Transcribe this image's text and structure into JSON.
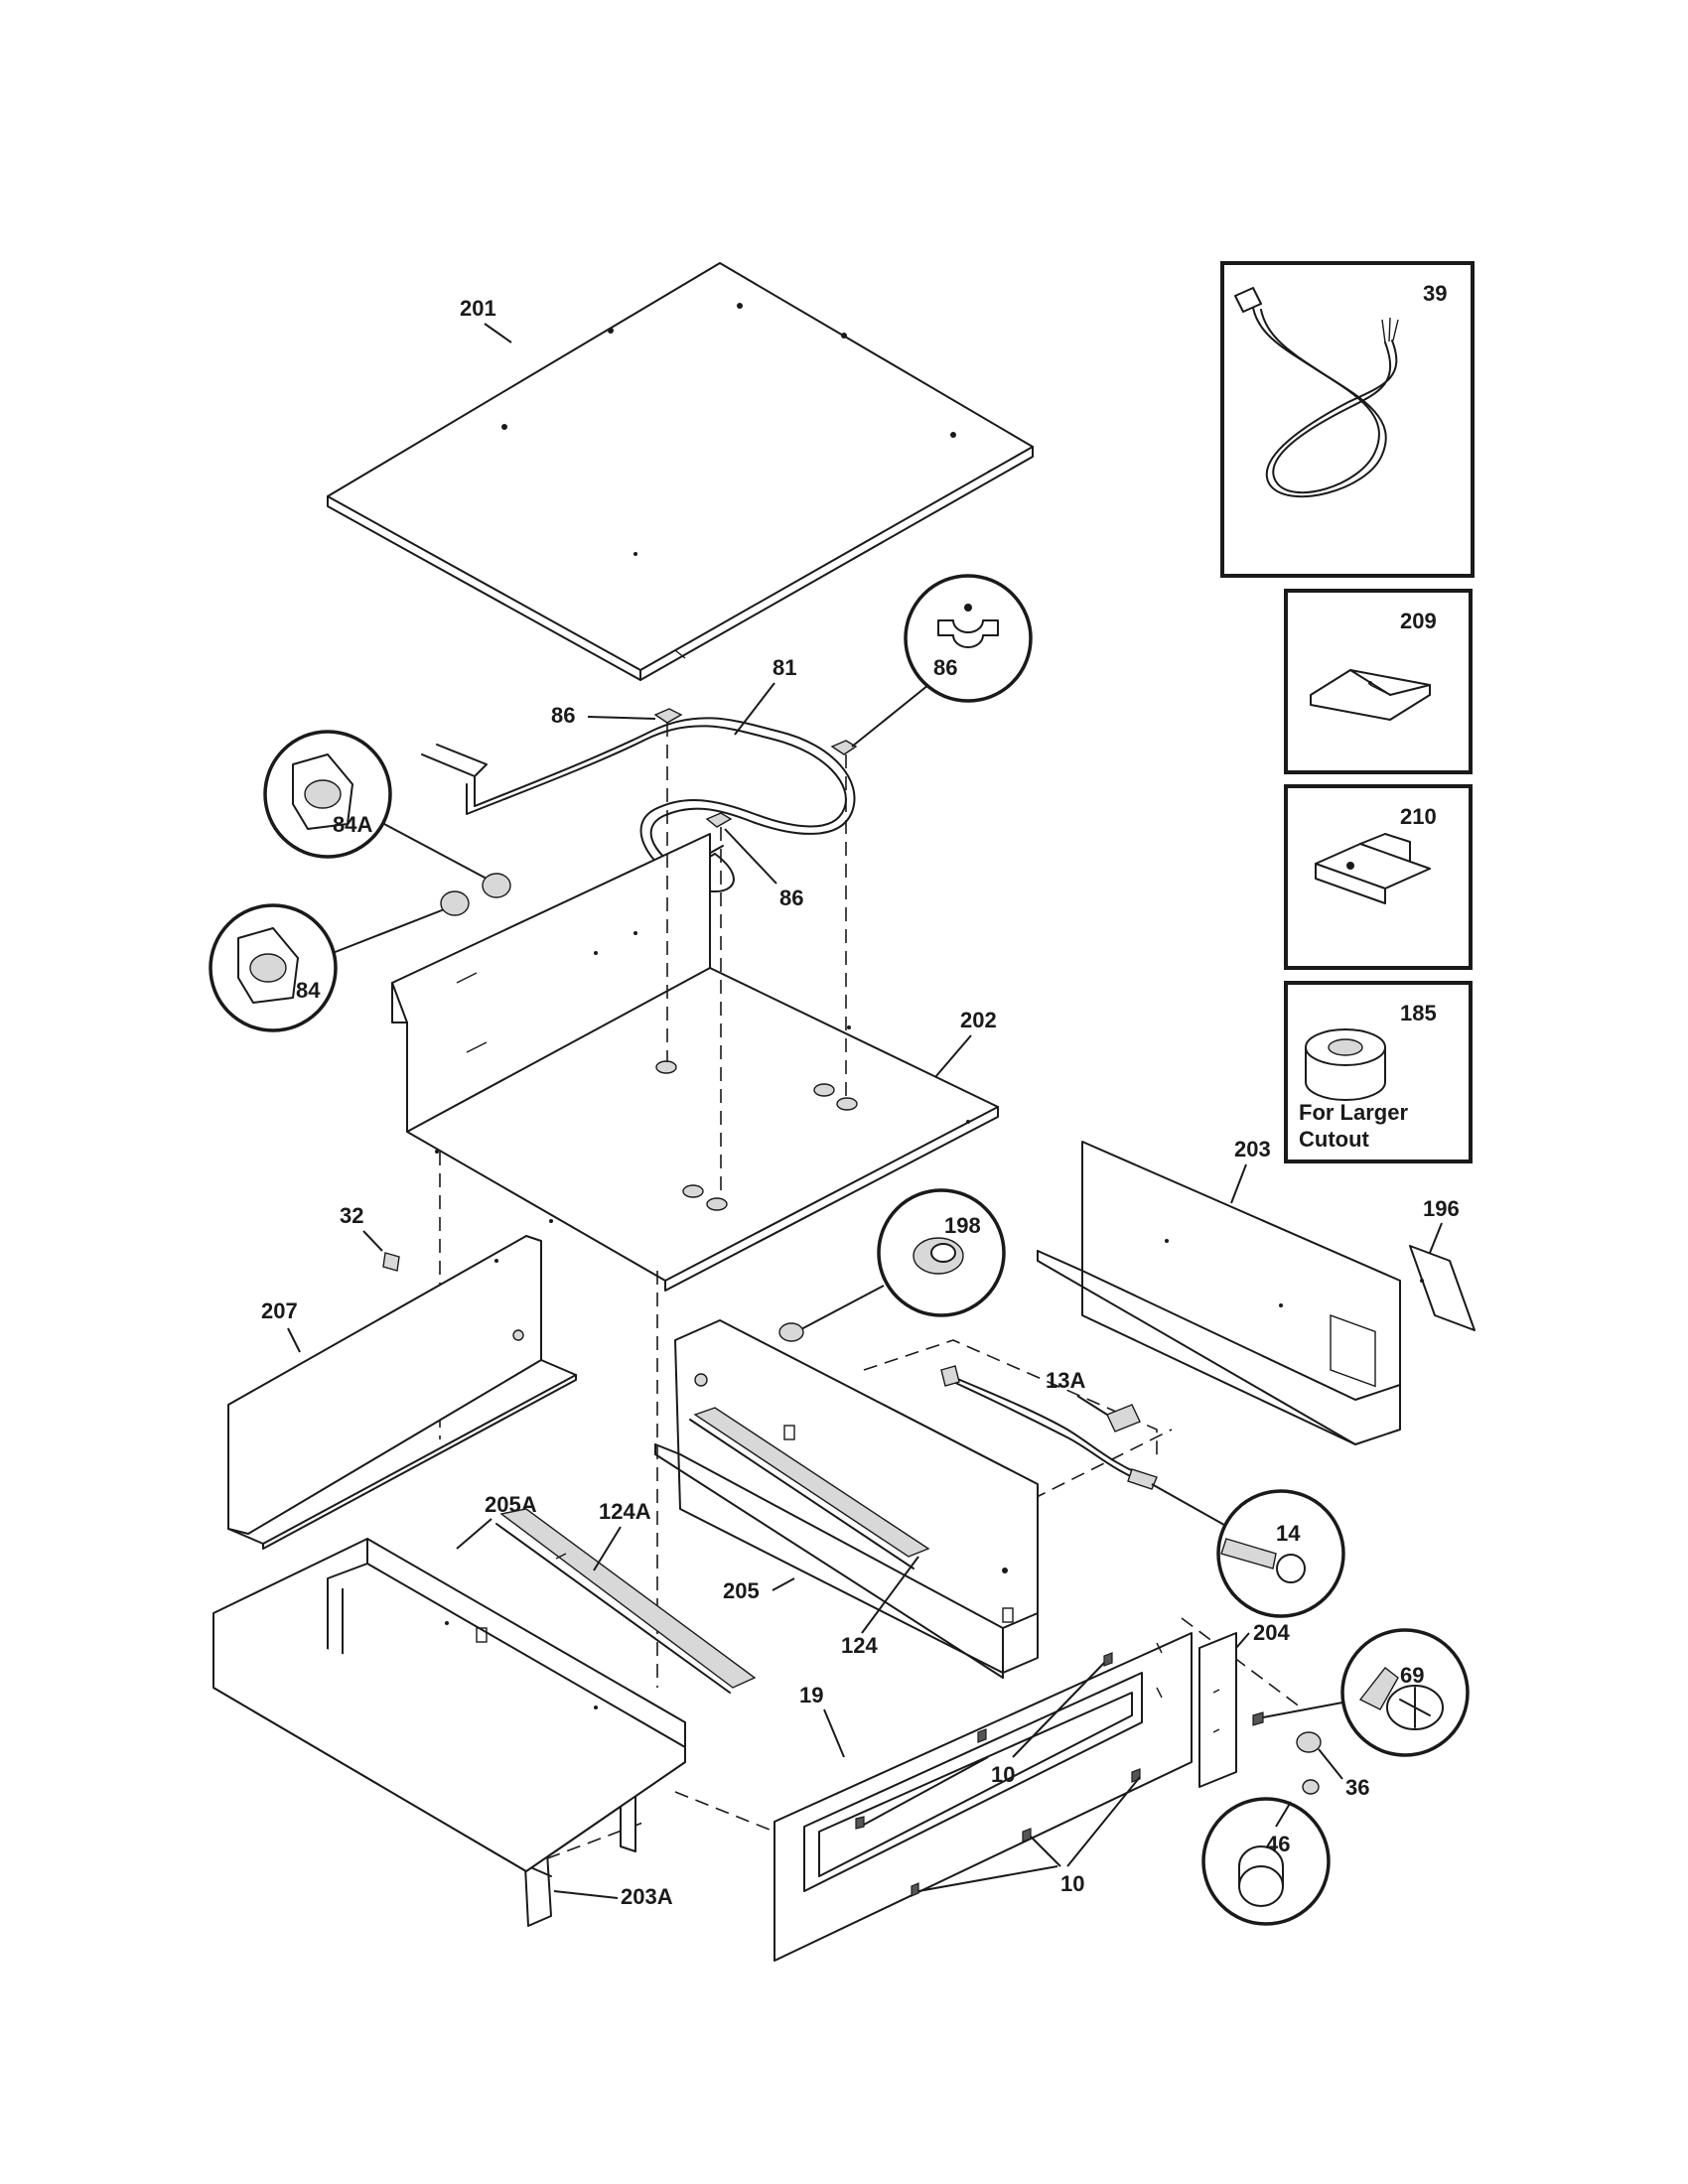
{
  "parts": {
    "p201": "201",
    "p39": "39",
    "p209": "209",
    "p210": "210",
    "p185": "185",
    "p185_note_line1": "For Larger",
    "p185_note_line2": "Cutout",
    "p81": "81",
    "p86": "86",
    "p84A": "84A",
    "p84": "84",
    "p202": "202",
    "p203": "203",
    "p196": "196",
    "p32": "32",
    "p207": "207",
    "p198": "198",
    "p13A": "13A",
    "p14": "14",
    "p205A": "205A",
    "p124A": "124A",
    "p205": "205",
    "p124": "124",
    "p204": "204",
    "p69": "69",
    "p19": "19",
    "p10": "10",
    "p36": "36",
    "p46": "46",
    "p203A": "203A"
  }
}
